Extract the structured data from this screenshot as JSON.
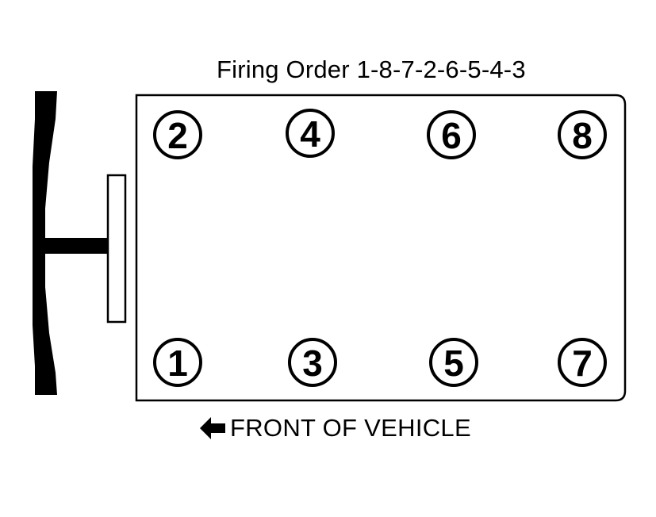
{
  "diagram": {
    "title": "Firing Order 1-8-7-2-6-5-4-3",
    "front_label": "FRONT OF VEHICLE",
    "front_arrow_icon": "arrow-left-icon",
    "cylinders": {
      "top_row": [
        "2",
        "4",
        "6",
        "8"
      ],
      "bottom_row": [
        "1",
        "3",
        "5",
        "7"
      ]
    },
    "colors": {
      "ink": "#000000",
      "background": "#ffffff"
    }
  }
}
